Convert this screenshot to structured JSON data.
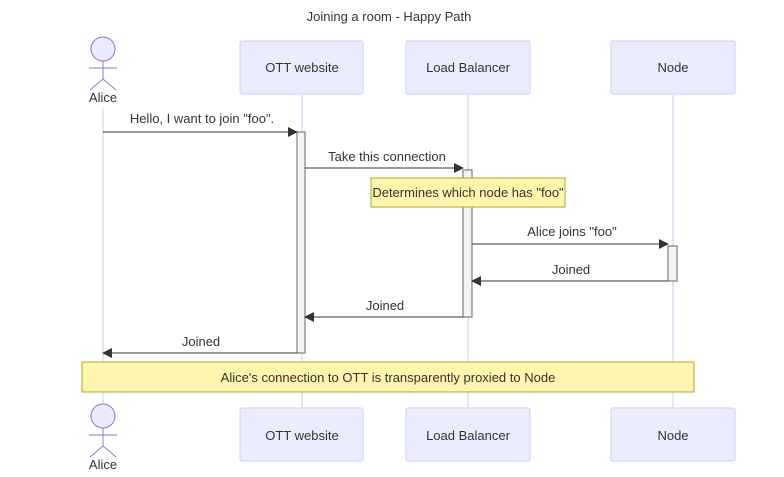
{
  "title": "Joining a room - Happy Path",
  "participants": {
    "alice": "Alice",
    "ott": "OTT website",
    "lb": "Load Balancer",
    "node": "Node"
  },
  "messages": {
    "m1": "Hello, I want to join \"foo\".",
    "m2": "Take this connection",
    "m3": "Alice joins \"foo\"",
    "m4": "Joined",
    "m5": "Joined",
    "m6": "Joined"
  },
  "notes": {
    "n1": "Determines which node has \"foo\"",
    "n2": "Alice's connection to OTT is transparently proxied to Node"
  },
  "colors": {
    "actor_fill": "#ECECFF",
    "actor_stroke": "#9370DB",
    "lifeline": "#CFC8F0",
    "note_fill": "#FFF5AD",
    "note_stroke": "#AAAA33",
    "activation_fill": "#F4F4F4",
    "activation_stroke": "#666666",
    "arrow": "#333333",
    "text": "#333333"
  }
}
